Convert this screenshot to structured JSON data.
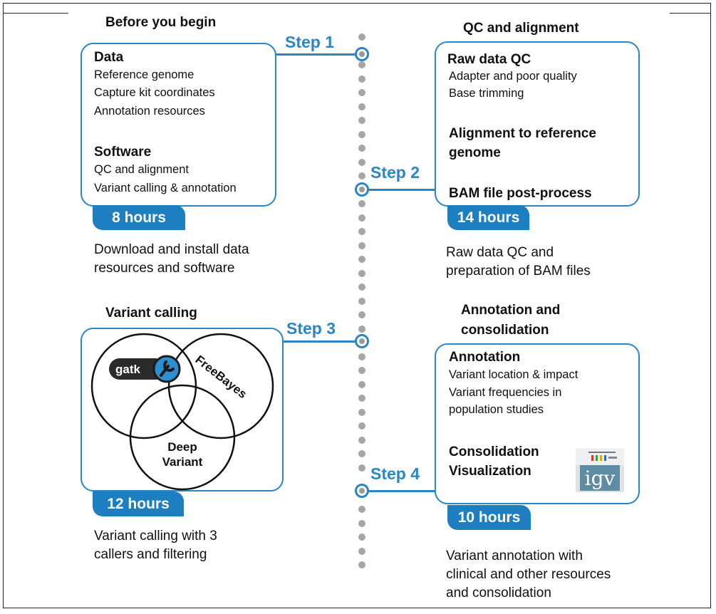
{
  "steps": [
    {
      "label": "Step 1"
    },
    {
      "label": "Step 2"
    },
    {
      "label": "Step 3"
    },
    {
      "label": "Step 4"
    }
  ],
  "before": {
    "title": "Before you begin",
    "data_heading": "Data",
    "data_items": [
      "Reference genome",
      "Capture kit coordinates",
      "Annotation resources"
    ],
    "software_heading": "Software",
    "software_items": [
      "QC and alignment",
      "Variant calling & annotation"
    ],
    "duration": "8 hours",
    "description": [
      "Download and install data",
      "resources and software"
    ]
  },
  "qc": {
    "title": "QC and alignment",
    "rawqc_heading": "Raw data QC",
    "rawqc_items": [
      "Adapter and poor quality",
      "Base trimming"
    ],
    "alignment_heading": [
      "Alignment to reference",
      "genome"
    ],
    "bam_heading": "BAM file post-process",
    "duration": "14 hours",
    "description": [
      "Raw data QC and",
      "preparation of BAM files"
    ]
  },
  "calling": {
    "title": "Variant calling",
    "callers": {
      "gatk": "gatk",
      "freebayes": "FreeBayes",
      "deepvariant": [
        "Deep",
        "Variant"
      ]
    },
    "duration": "12 hours",
    "description": [
      "Variant calling with 3",
      "callers and filtering"
    ]
  },
  "annotation": {
    "title": [
      "Annotation and",
      "consolidation"
    ],
    "annotation_heading": "Annotation",
    "annotation_items": [
      "Variant location & impact",
      "Variant frequencies in",
      "population studies"
    ],
    "consolidation_heading": [
      "Consolidation",
      "Visualization"
    ],
    "igv_logo": "igv",
    "duration": "10 hours",
    "description": [
      "Variant annotation with",
      "clinical and other resources",
      "and consolidation"
    ]
  },
  "colors": {
    "accent": "#2a86c4",
    "badge": "#1e7fc0",
    "dots": "#a5a5a5"
  }
}
